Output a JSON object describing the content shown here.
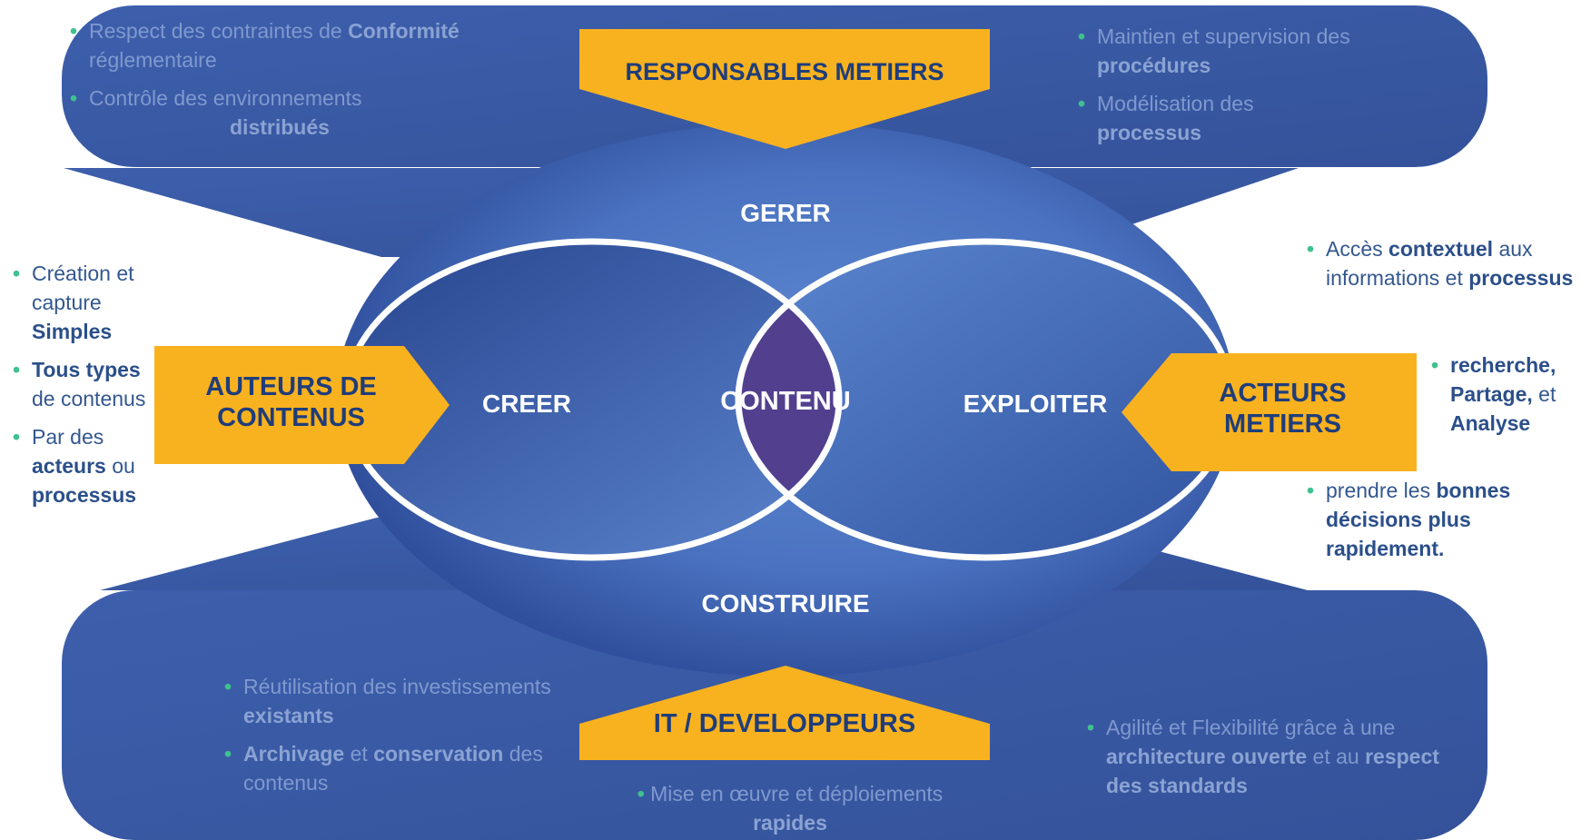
{
  "colors": {
    "panel": "#3b5da8",
    "ellipse_dark": "#2c4a96",
    "ellipse_light": "#5c86cf",
    "core": "#523f8e",
    "arrow": "#f9b21f",
    "bullet": "#3ec18e",
    "dark_text": "#33578f",
    "light_text": "#7f99cf"
  },
  "arrows": {
    "top": "RESPONSABLES METIERS",
    "left": "AUTEURS DE CONTENUS",
    "right": "ACTEURS METIERS",
    "bottom": "IT / DEVELOPPEURS"
  },
  "sections": {
    "gerer": "GERER",
    "creer": "CREER",
    "contenu": "CONTENU",
    "exploiter": "EXPLOITER",
    "construire": "CONSTRUIRE"
  },
  "top_left": [
    {
      "pre": "Respect des contraintes de ",
      "b": "Conformité",
      "post": " réglementaire"
    },
    {
      "pre": "Contrôle des environnements",
      "b": "distribués",
      "post": ""
    }
  ],
  "top_right": [
    {
      "pre": "Maintien et supervision des ",
      "b": "procédures",
      "post": ""
    },
    {
      "pre": "Modélisation des ",
      "b": "processus",
      "post": ""
    }
  ],
  "left": [
    {
      "pre": "Création et capture ",
      "b": "Simples",
      "post": ""
    },
    {
      "pre": "",
      "b": "Tous types",
      "post": " de contenus"
    },
    {
      "pre": "Par des ",
      "b": "acteurs",
      "mid": " ou ",
      "b2": "processus"
    }
  ],
  "right_top": {
    "pre": "Accès ",
    "b": "contextuel",
    "mid": " aux informations et ",
    "b2": "processus"
  },
  "right_mid": {
    "b": "recherche, Partage,",
    "mid": " et ",
    "b2": "Analyse"
  },
  "right_bottom": {
    "pre": "prendre les ",
    "b": "bonnes décisions plus rapidement.",
    "post": ""
  },
  "bottom_left": [
    {
      "pre": "Réutilisation des investissements  ",
      "b": "existants",
      "post": ""
    },
    {
      "pre": "",
      "b": "Archivage",
      "mid": " et ",
      "b2": "conservation",
      "post": " des contenus"
    }
  ],
  "bottom_center": {
    "pre": "Mise en œuvre et déploiements",
    "b": "rapides"
  },
  "bottom_right": {
    "pre": "Agilité et Flexibilité grâce à une ",
    "b": "architecture ouverte",
    "mid": " et au ",
    "b2": "respect des standards"
  }
}
